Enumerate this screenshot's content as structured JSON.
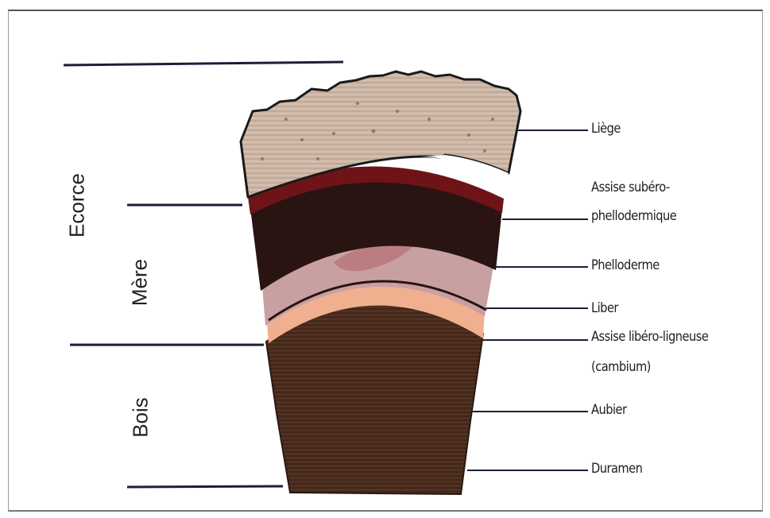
{
  "regions": {
    "ecorce": "Ecorce",
    "mere": "Mère",
    "bois": "Bois"
  },
  "labels": {
    "liege": "Liège",
    "assise_subero_line1": "Assise subéro-",
    "assise_subero_line2": "phellodermique",
    "phelloderme": "Phelloderme",
    "liber": "Liber",
    "assise_libero_line1": "Assise libéro-ligneuse",
    "assise_libero_line2": "(cambium)",
    "aubier": "Aubier",
    "duramen": "Duramen"
  },
  "colors": {
    "liege": "#cdb7a6",
    "assise_subero": "#6e1418",
    "phelloderme": "#2a1412",
    "liber": "#c9a0a2",
    "cambium": "#f0b090",
    "bois": "#4a2c1e",
    "lines": "#1b1f3a"
  }
}
